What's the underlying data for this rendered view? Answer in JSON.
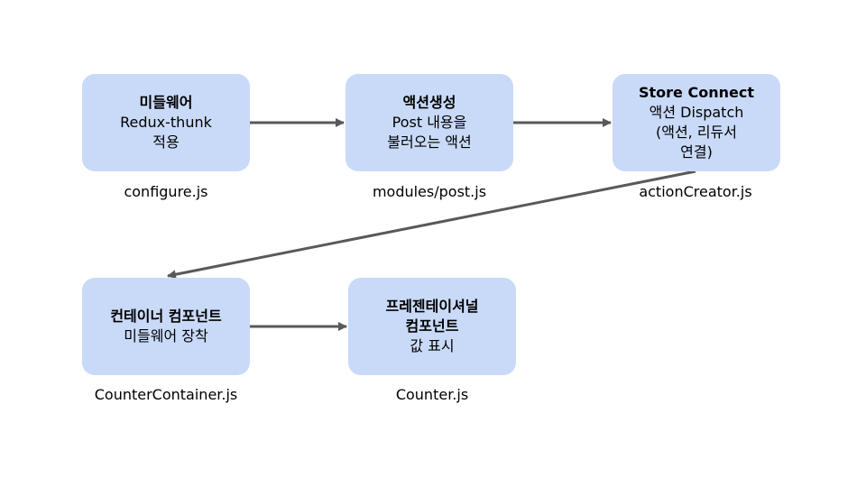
{
  "nodes": [
    {
      "title": "미들웨어",
      "subtitle": "Redux-thunk\n적용",
      "file": "configure.js"
    },
    {
      "title": "액션생성",
      "subtitle": "Post 내용을\n불러오는 액션",
      "file": "modules/post.js"
    },
    {
      "title": "Store Connect",
      "subtitle": "액션 Dispatch\n(액션, 리듀서\n연결)",
      "file": "actionCreator.js"
    },
    {
      "title": "컨테이너 컴포넌트",
      "subtitle": "미들웨어 장착",
      "file": "CounterContainer.js"
    },
    {
      "title": "프레젠테이셔널\n컴포넌트",
      "subtitle": "값 표시",
      "file": "Counter.js"
    }
  ],
  "colors": {
    "node_fill": "#c9daf8",
    "arrow": "#595959"
  }
}
